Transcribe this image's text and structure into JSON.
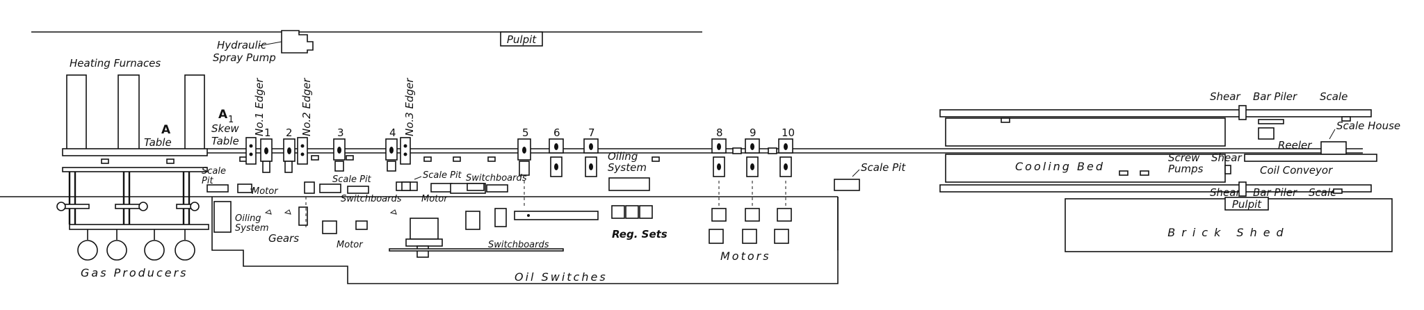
{
  "labels": {
    "pulpit_top": "Pulpit",
    "hydraulic": "Hydraulic",
    "spray_pump": "Spray Pump",
    "heating_furnaces": "Heating Furnaces",
    "A": "A",
    "table": "Table",
    "A1": "A",
    "A1_sub": "1",
    "skew": "Skew",
    "skew_table": "Table",
    "scale": "Scale",
    "pit": "Pit",
    "gas_producers": "Gas Producers",
    "oiling": "Oiling",
    "system": "System",
    "gears": "Gears",
    "motor_a": "Motor",
    "motor_b": "Motor",
    "motor_c": "Motor",
    "scale_pit_1": "Scale Pit",
    "scale_pit_2": "Scale Pit",
    "scale_pit_3": "Scale Pit",
    "switchboards_1": "Switchboards",
    "switchboards_2": "Switchboards",
    "switchboards_3": "Switchboards",
    "oiling_system_2a": "Oiling",
    "oiling_system_2b": "System",
    "reg_sets": "Reg. Sets",
    "motors": "Motors",
    "oil_switches": "Oil Switches",
    "no1_edger": "No.1 Edger",
    "no2_edger": "No.2 Edger",
    "no3_edger": "No.3 Edger",
    "cooling_bed": "Cooling Bed",
    "shear_top": "Shear",
    "bar_piler_top": "Bar Piler",
    "scale_top": "Scale",
    "reeler": "Reeler",
    "scale_house": "Scale House",
    "screw": "Screw",
    "pumps": "Pumps",
    "shear_mid": "Shear",
    "coil_conveyor": "Coil Conveyor",
    "shear_bot": "Shear",
    "bar_piler_bot": "Bar Piler",
    "scale_bot": "Scale",
    "pulpit_bot": "Pulpit",
    "brick_shed": "Brick Shed"
  },
  "stands": [
    "1",
    "2",
    "3",
    "4",
    "5",
    "6",
    "7",
    "8",
    "9",
    "10"
  ]
}
